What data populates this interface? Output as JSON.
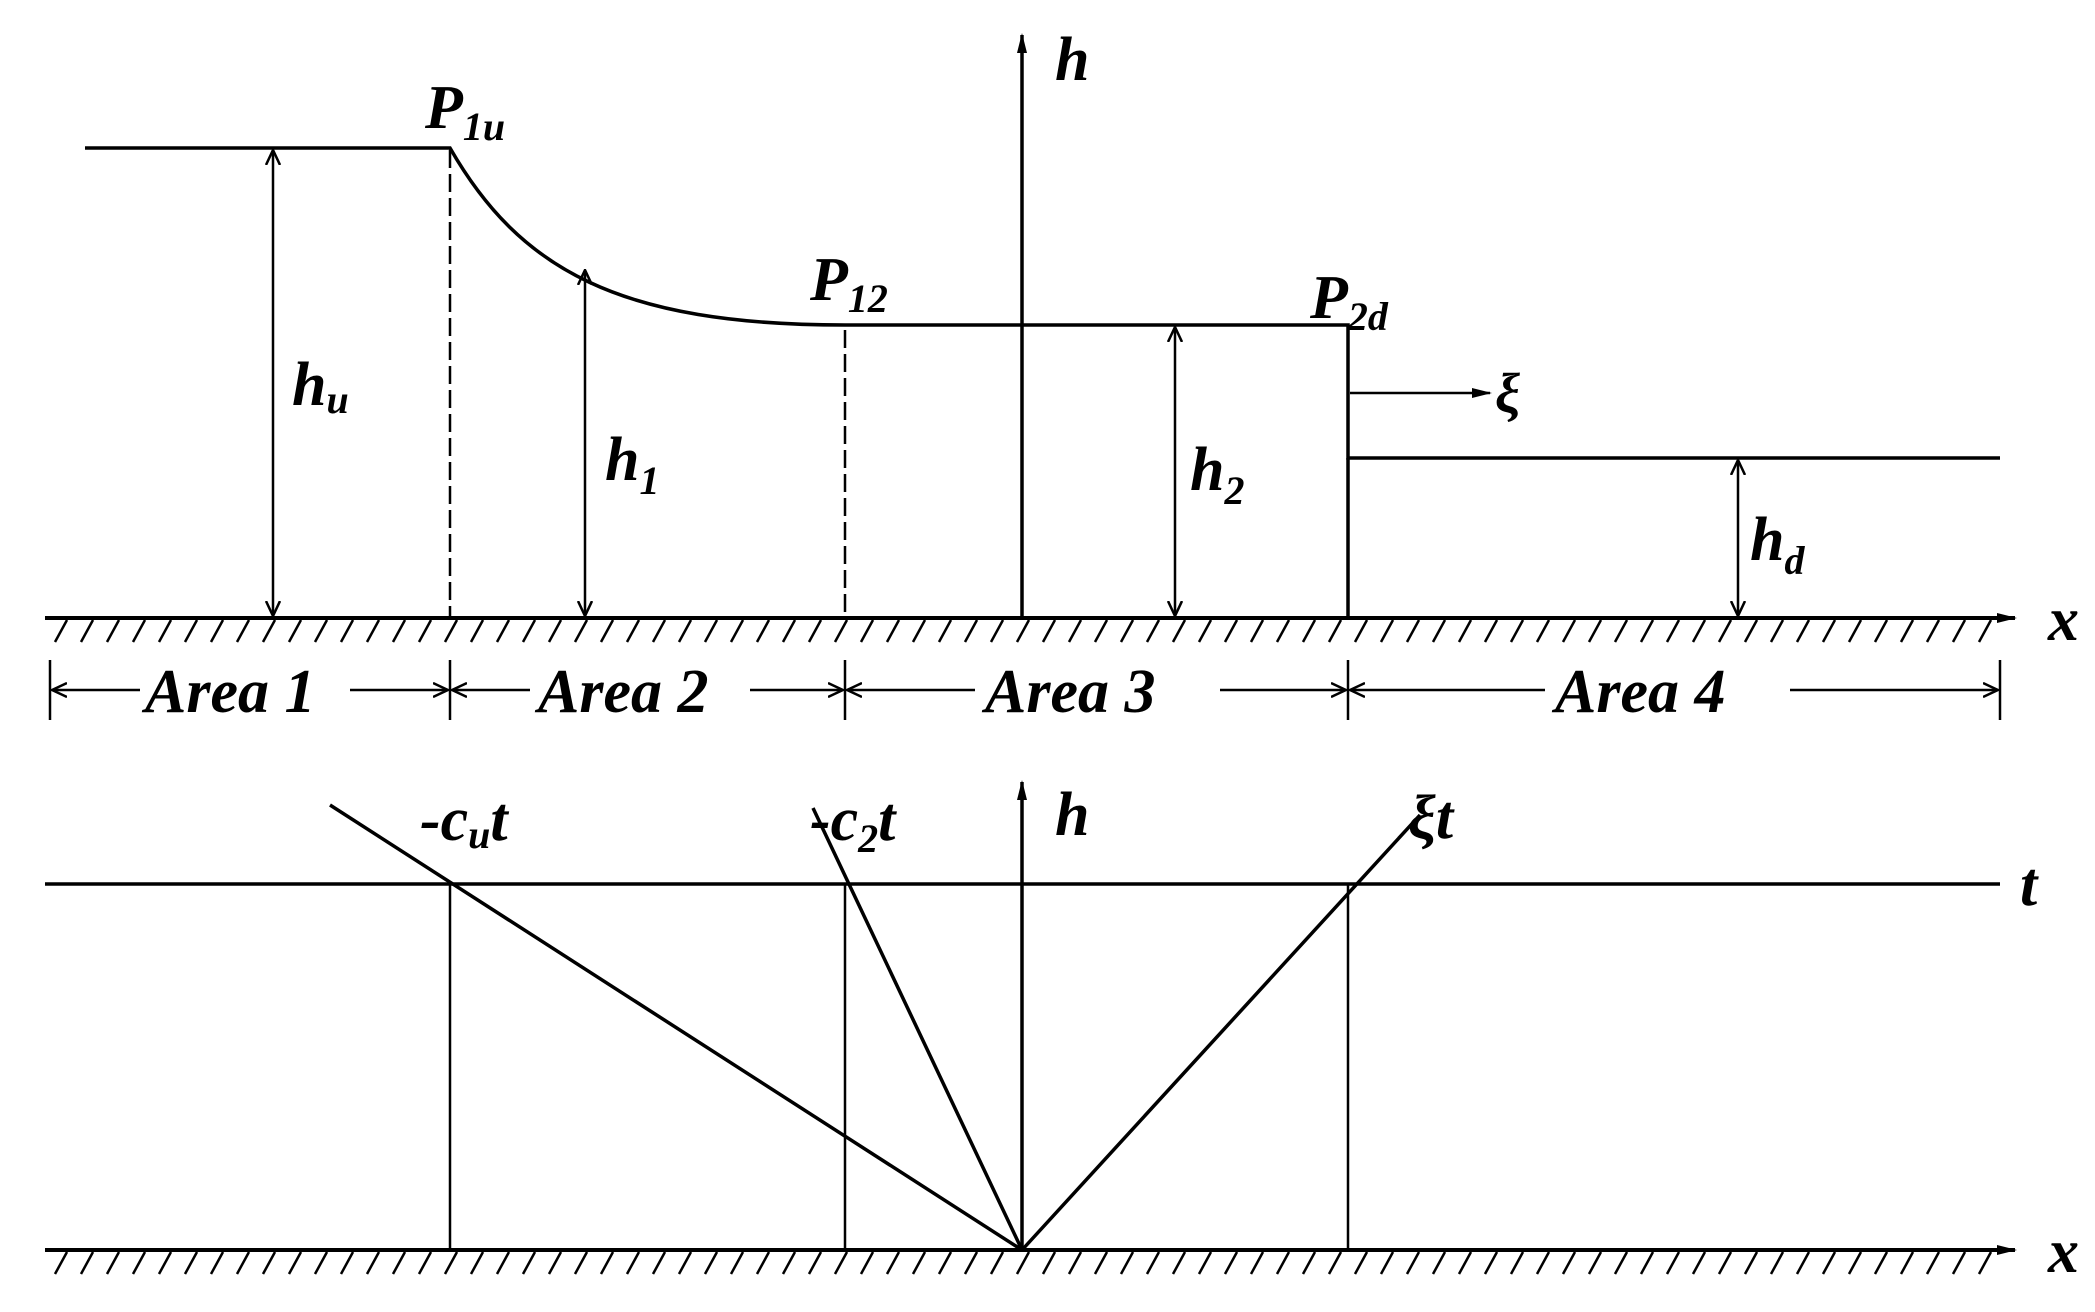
{
  "top": {
    "axis_h": "h",
    "axis_x": "x",
    "points": {
      "p1u": {
        "base": "P",
        "sub": "1u"
      },
      "p12": {
        "base": "P",
        "sub": "12"
      },
      "p2d": {
        "base": "P",
        "sub": "2d"
      }
    },
    "heights": {
      "hu": {
        "base": "h",
        "sub": "u"
      },
      "h1": {
        "base": "h",
        "sub": "1"
      },
      "h2": {
        "base": "h",
        "sub": "2"
      },
      "hd": {
        "base": "h",
        "sub": "d"
      }
    },
    "xi": "ξ",
    "areas": [
      "Area 1",
      "Area 2",
      "Area 3",
      "Area 4"
    ]
  },
  "bottom": {
    "axis_h": "h",
    "axis_x": "x",
    "axis_t": "t",
    "rays": {
      "cu": {
        "pre": "-c",
        "sub": "u",
        "post": "t"
      },
      "c2": {
        "pre": "-c",
        "sub": "2",
        "post": "t"
      },
      "xi": {
        "text": "ξt"
      }
    }
  }
}
